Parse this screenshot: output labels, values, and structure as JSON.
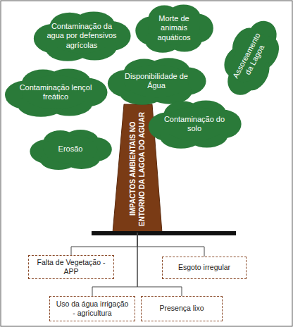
{
  "diagram": {
    "nodes": [
      {
        "text": [
          "Contaminação da agua por defensivos agrícolas"
        ]
      },
      {
        "text": [
          "Morte de animais aquáticos"
        ]
      },
      {
        "text": [
          "Assoreamento da Lagoa"
        ]
      },
      {
        "text": [
          "Contaminação lençol freático"
        ]
      },
      {
        "text": [
          "Disponibilidade de Água"
        ]
      },
      {
        "text": [
          "Contaminação do solo"
        ]
      },
      {
        "text": [
          "Erosão"
        ]
      },
      {
        "text": [
          "IMPACTOS AMBIENTAIS NO ENTORNO DA LAGOA DO AGUAR"
        ]
      },
      {
        "text": [
          "Falta de Vegetação - APP"
        ]
      },
      {
        "text": [
          "Esgoto irregular"
        ]
      },
      {
        "text": [
          "Uso da água irrigação - agricultura"
        ]
      },
      {
        "text": [
          "Presença lixo"
        ]
      }
    ],
    "edges": [
      {
        "from": 7,
        "to": 8,
        "arrow": "none"
      },
      {
        "from": 7,
        "to": 9,
        "arrow": "none"
      },
      {
        "from": 7,
        "to": 10,
        "arrow": "none"
      },
      {
        "from": 7,
        "to": 11,
        "arrow": "none"
      }
    ]
  }
}
